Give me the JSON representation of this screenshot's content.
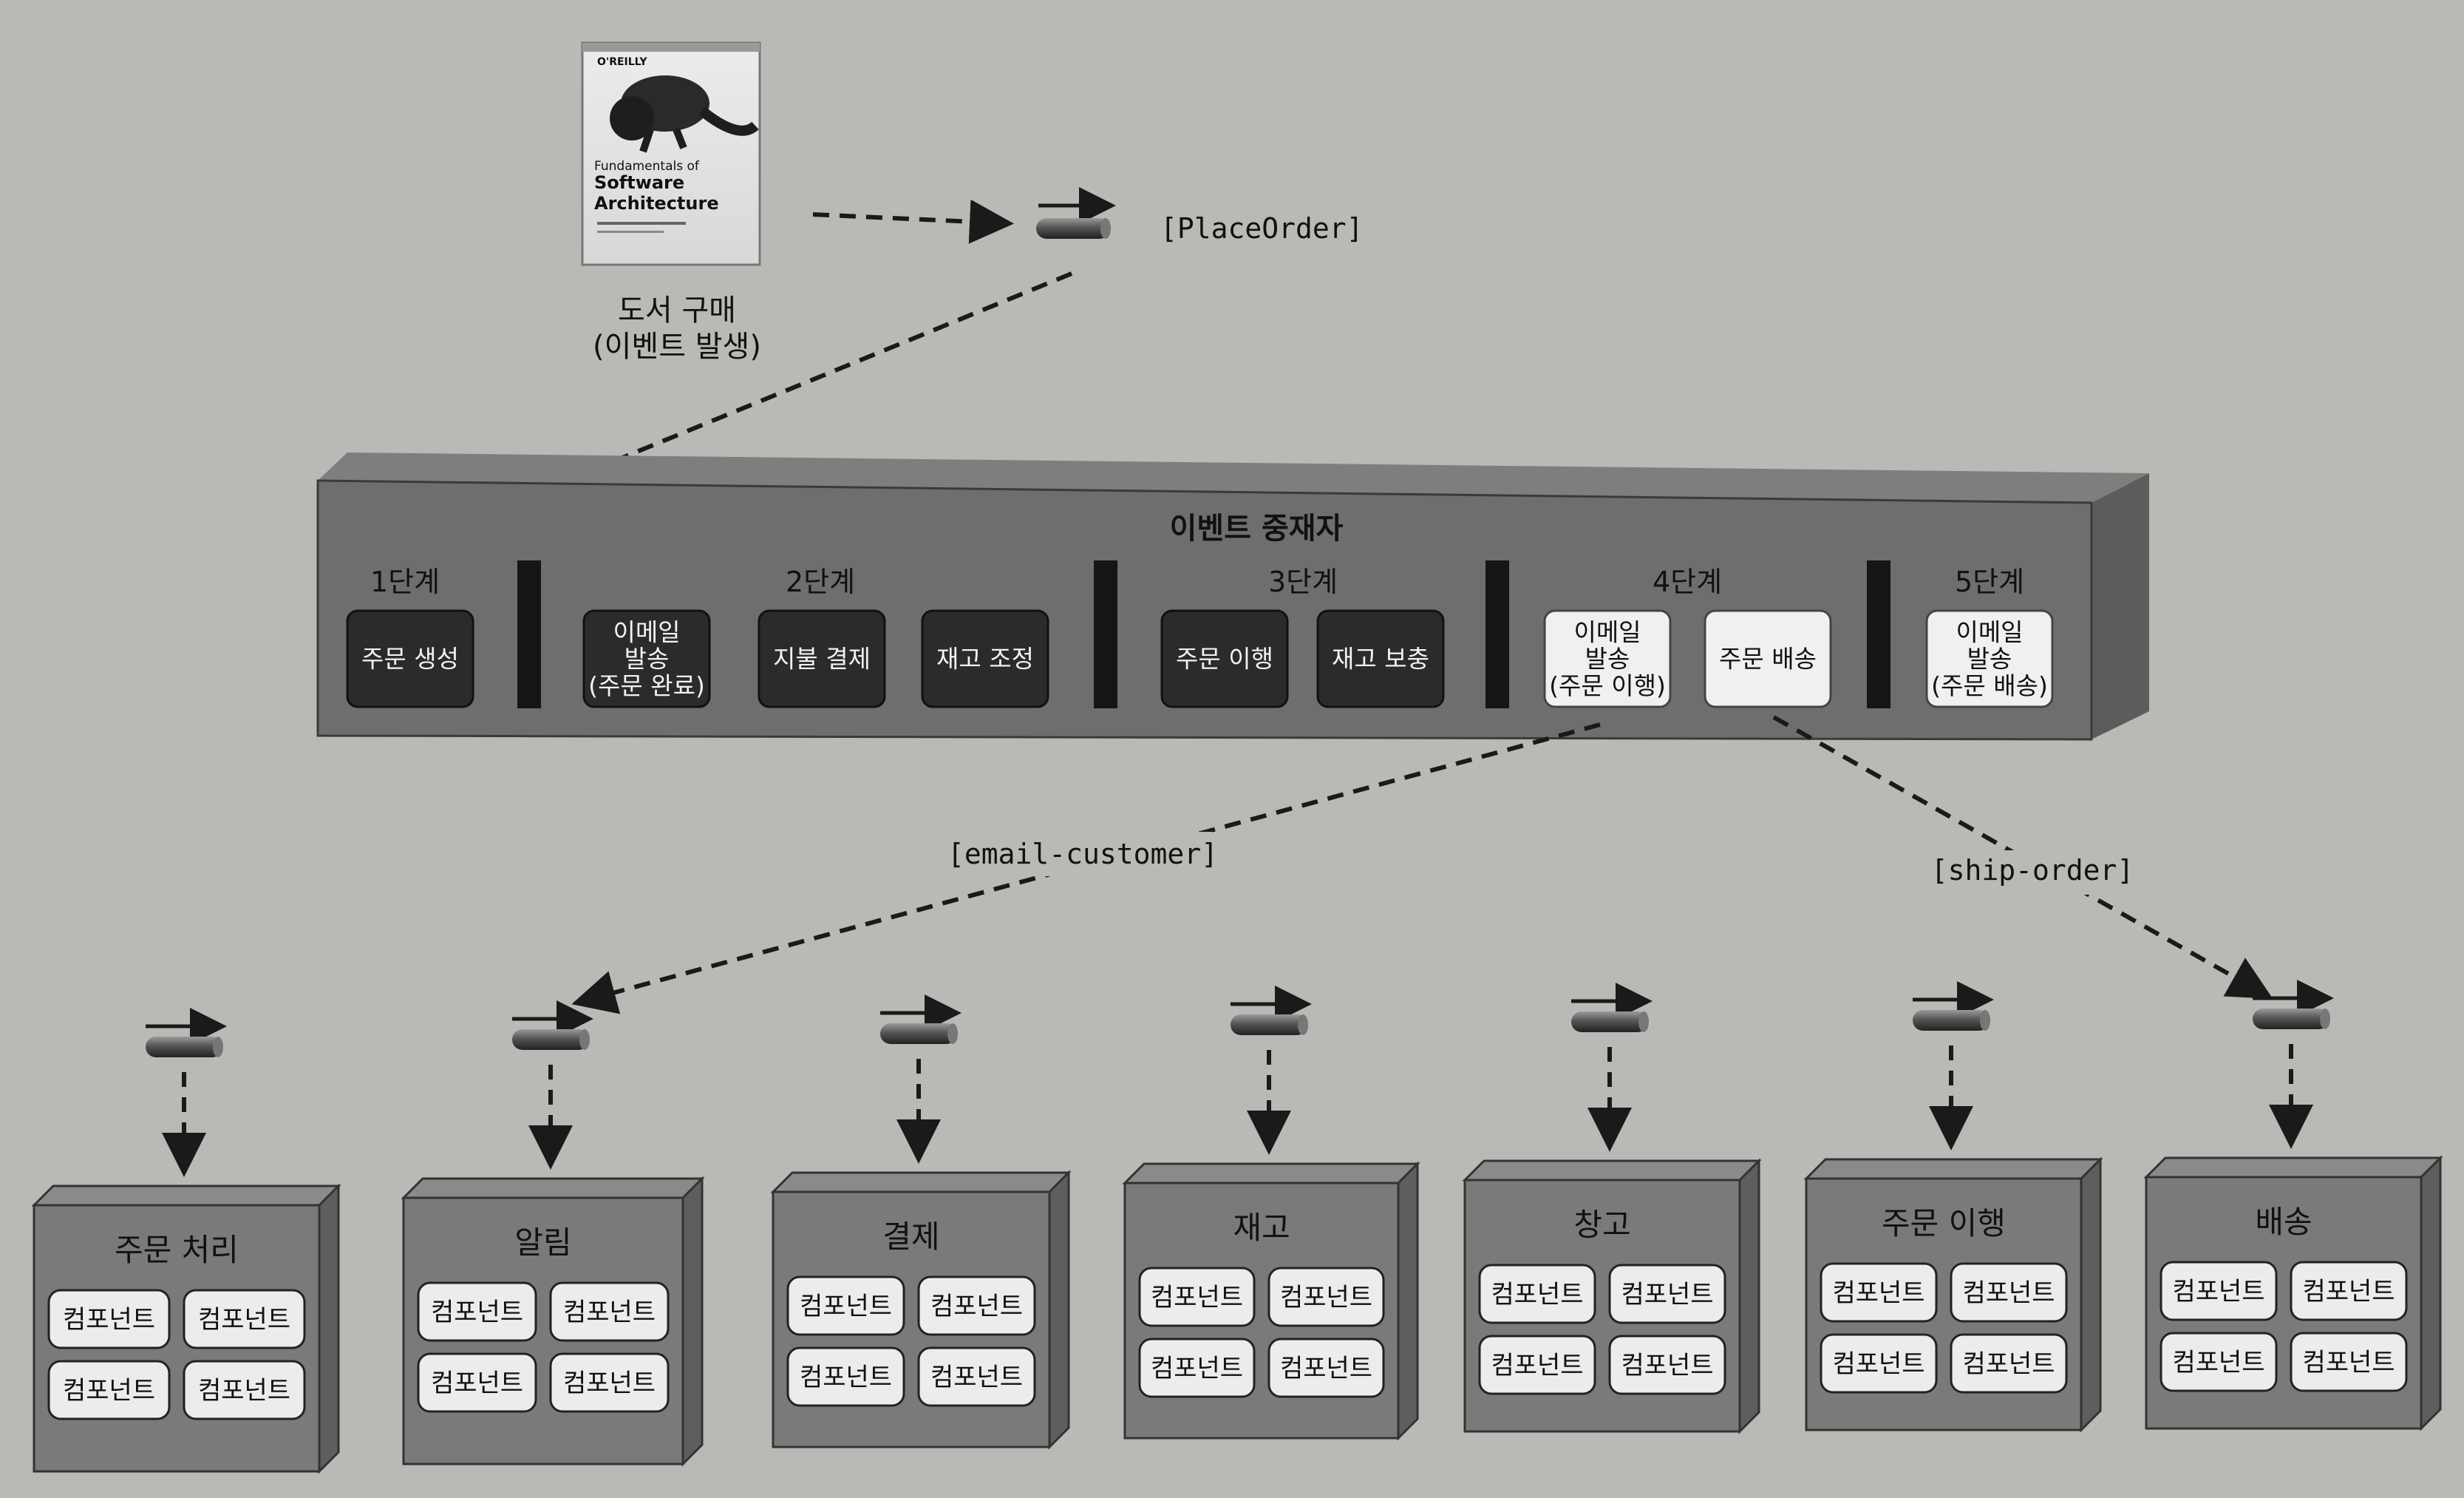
{
  "book": {
    "publisher": "O'REILLY",
    "title_line1": "Fundamentals of",
    "title_line2": "Software",
    "title_line3": "Architecture",
    "caption_line1": "도서 구매",
    "caption_line2": "(이벤트 발생)"
  },
  "topic_placeorder": "[PlaceOrder]",
  "mediator": {
    "title": "이벤트 중재자",
    "steps": [
      {
        "label": "1단계",
        "tasks": [
          "주문 생성"
        ]
      },
      {
        "label": "2단계",
        "tasks": [
          "이메일\n발송\n(주문 완료)",
          "지불 결제",
          "재고 조정"
        ]
      },
      {
        "label": "3단계",
        "tasks": [
          "주문 이행",
          "재고 보충"
        ]
      },
      {
        "label": "4단계",
        "tasks": [
          "이메일\n발송\n(주문 이행)",
          "주문 배송"
        ]
      },
      {
        "label": "5단계",
        "tasks": [
          "이메일\n발송\n(주문 배송)"
        ]
      }
    ]
  },
  "topic_email": "[email-customer]",
  "topic_ship": "[ship-order]",
  "services": [
    {
      "name": "주문 처리",
      "components": [
        "컴포넌트",
        "컴포넌트",
        "컴포넌트",
        "컴포넌트"
      ]
    },
    {
      "name": "알림",
      "components": [
        "컴포넌트",
        "컴포넌트",
        "컴포넌트",
        "컴포넌트"
      ]
    },
    {
      "name": "결제",
      "components": [
        "컴포넌트",
        "컴포넌트",
        "컴포넌트",
        "컴포넌트"
      ]
    },
    {
      "name": "재고",
      "components": [
        "컴포넌트",
        "컴포넌트",
        "컴포넌트",
        "컴포넌트"
      ]
    },
    {
      "name": "창고",
      "components": [
        "컴포넌트",
        "컴포넌트",
        "컴포넌트",
        "컴포넌트"
      ]
    },
    {
      "name": "주문 이행",
      "components": [
        "컴포넌트",
        "컴포넌트",
        "컴포넌트",
        "컴포넌트"
      ]
    },
    {
      "name": "배송",
      "components": [
        "컴포넌트",
        "컴포넌트",
        "컴포넌트",
        "컴포넌트"
      ]
    }
  ]
}
